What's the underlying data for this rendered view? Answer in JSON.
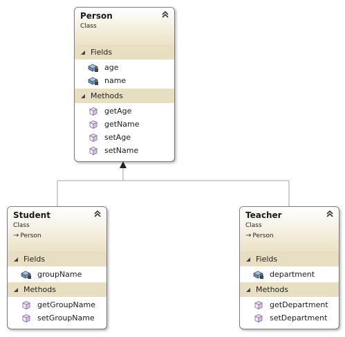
{
  "diagram": {
    "classes": [
      {
        "key": "person",
        "name": "Person",
        "kind": "Class",
        "base": "",
        "fields_label": "Fields",
        "methods_label": "Methods",
        "fields": [
          "age",
          "name"
        ],
        "methods": [
          "getAge",
          "getName",
          "setAge",
          "setName"
        ]
      },
      {
        "key": "student",
        "name": "Student",
        "kind": "Class",
        "base": "Person",
        "fields_label": "Fields",
        "methods_label": "Methods",
        "fields": [
          "groupName"
        ],
        "methods": [
          "getGroupName",
          "setGroupName"
        ]
      },
      {
        "key": "teacher",
        "name": "Teacher",
        "kind": "Class",
        "base": "Person",
        "fields_label": "Fields",
        "methods_label": "Methods",
        "fields": [
          "department"
        ],
        "methods": [
          "getDepartment",
          "setDepartment"
        ]
      }
    ],
    "icons": {
      "collapse": "double-chevron-up-icon",
      "section_toggle": "triangle-expanded-icon",
      "field": "private-field-icon",
      "method": "method-cube-icon",
      "inheritance": "inherits-arrow-icon"
    },
    "colors": {
      "header_gradient_end": "#ebe2c6",
      "section_bar": "#e8dfc2",
      "border": "#7a7a7a",
      "connector": "#a0a0a0"
    }
  }
}
